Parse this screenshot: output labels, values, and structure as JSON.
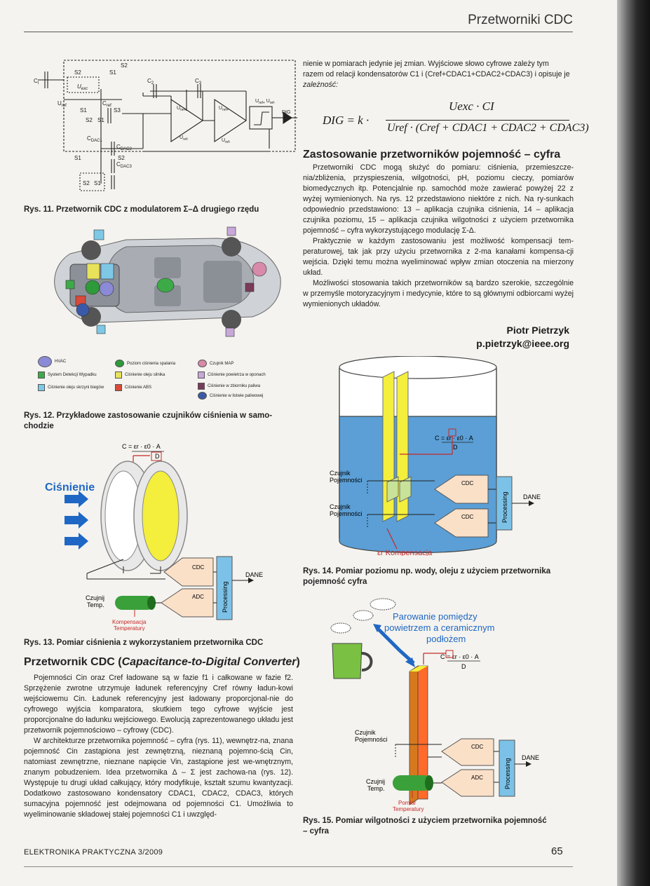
{
  "header": {
    "title": "Przetworniki CDC"
  },
  "fig11": {
    "caption": "Rys. 11. Przetwornik CDC z modulatorem Σ–Δ drugiego rzędu",
    "labels": {
      "c1": "C",
      "c1_sub": "I",
      "s2a": "S2",
      "s2b": "S2",
      "s1a": "S1",
      "uexc": "U",
      "uexc_sub": "exc",
      "uref": "U",
      "uref_sub": "ref",
      "s1b": "S1",
      "cref": "C",
      "cref_sub": "ref",
      "s3": "S3",
      "s2c": "S2",
      "s1c": "S1",
      "cdac1": "C",
      "cdac1_sub": "DAC1",
      "cdac2": "C",
      "cdac2_sub": "DAC2",
      "cdac3": "C",
      "cdac3_sub": "DAC3",
      "s1d": "S1",
      "s2d": "S2",
      "s2e": "S2",
      "s1e": "S1",
      "c2": "C",
      "c2_sub": "2",
      "c3": "C",
      "c3_sub": "3",
      "urefplus1": "U",
      "urefplus1_sub": "ref+",
      "urefminus1": "U",
      "urefminus1_sub": "ref-",
      "urefplus2": "U",
      "urefplus2_sub": "ref+",
      "urefminus2": "U",
      "urefminus2_sub": "ref-",
      "urefpuref": "U",
      "urefpuref_sub": "ref+",
      "urefpuref_sep": " U",
      "urefpuref_sub2": "ref-",
      "dig": "DIG"
    }
  },
  "fig12": {
    "caption_line1": "Rys. 12. Przykładowe zastosowanie czujników ciśnienia w samo-",
    "caption_line2": "chodzie",
    "legend": [
      {
        "label": "HVAC",
        "color": "#8a8ad6",
        "shape": "dot"
      },
      {
        "label": "Poziom ciśnienia spalania",
        "color": "#2e9a3a",
        "shape": "dot"
      },
      {
        "label": "Czujnik MAP",
        "color": "#d88aa8",
        "shape": "dot"
      },
      {
        "label": "System Detekcji Wypadku",
        "color": "#3daa48",
        "shape": "sq"
      },
      {
        "label": "Ciśnienie oleju silnika",
        "color": "#e8e25a",
        "shape": "sq"
      },
      {
        "label": "Ciśnienie powietrza w oponach",
        "color": "#c7a8d8",
        "shape": "sq"
      },
      {
        "label": "Ciśnienie oleju skrzyni biegów",
        "color": "#7ec8e6",
        "shape": "sq"
      },
      {
        "label": "Ciśnienie ABS",
        "color": "#d84a3a",
        "shape": "sq"
      },
      {
        "label": "Ciśnienie w zbiorniku paliwa",
        "color": "#7a3a5a",
        "shape": "sq"
      },
      {
        "label": "Ciśnienie w listwie paliwowej",
        "color": "#3a5aa8",
        "shape": "dot"
      }
    ]
  },
  "fig13": {
    "caption": "Rys. 13. Pomiar ciśnienia z wykorzystaniem przetwornika CDC",
    "formula": "C = εr · ε0 · A",
    "formula_den": "D",
    "cisnienie": "Ciśnienie",
    "cdc": "CDC",
    "adc": "ADC",
    "processing": "Processing",
    "dane": "DANE",
    "czujnik_line1": "Czujnij",
    "czujnik_line2": "Temp.",
    "komp_line1": "Kompensacja",
    "komp_line2": "Temperatury"
  },
  "fig14": {
    "caption_line1": "Rys. 14. Pomiar poziomu np. wody, oleju z użyciem przetwornika",
    "caption_line2": "pojemność cyfra",
    "formula": "C = εr · ε0 · A",
    "formula_den": "D",
    "czujnik1_line1": "Czujnik",
    "czujnik1_line2": "Pojemności",
    "czujnik2_line1": "Czujnik",
    "czujnik2_line2": "Pojemności",
    "cdc1": "CDC",
    "cdc2": "CDC",
    "processing": "Processing",
    "dane": "DANE",
    "kompensacja": "εr Kompensacja"
  },
  "fig15": {
    "caption_line1": "Rys. 15. Pomiar wilgotności z użyciem przetwornika pojemność",
    "caption_line2": "– cyfra",
    "title_line1": "Parowanie pomiędzy",
    "title_line2": "powietrzem a ceramicznym",
    "title_line3": "podłożem",
    "formula": "C = εr · ε0 · A",
    "formula_den": "D",
    "czujnik_line1": "Czujnik",
    "czujnik_line2": "Pojemności",
    "cdc": "CDC",
    "adc": "ADC",
    "processing": "Processing",
    "dane": "DANE",
    "temp_line1": "Czujnij",
    "temp_line2": "Temp.",
    "pomiar_line1": "Pomiar",
    "pomiar_line2": "Temperatury"
  },
  "right_top_text": {
    "line1": "nienie w pomiarach jedynie jej zmian. Wyjściowe słowo cyfrowe zależy tym",
    "line2": "razem od relacji kondensatorów C1 i (Cref+CDAC1+CDAC2+CDAC3) i opisuje je",
    "line3": "zależność:"
  },
  "formula_main": {
    "lhs": "DIG = k ·",
    "num": "Uexc · CI",
    "den": "Uref · (Cref + CDAC1 + CDAC2 + CDAC3)"
  },
  "section_apps": {
    "heading": "Zastosowanie przetworników pojemność – cyfra",
    "p1": "Przetworniki CDC mogą służyć do pomiaru: ciśnienia, przemieszcze-nia/zbliżenia, przyspieszenia, wilgotności, pH, poziomu cieczy, pomiarów biomedycznych itp. Potencjalnie np. samochód może zawierać powyżej 22 z wyżej wymienionych. Na rys. 12 przedstawiono niektóre z nich. Na ry-sunkach odpowiednio przedstawiono: 13 – aplikacja czujnika ciśnienia, 14 – aplikacja czujnika poziomu, 15 – aplikacja czujnika wilgotności z użyciem przetwornika pojemność – cyfra wykorzystującego modulację Σ-Δ.",
    "p2": "Praktycznie w każdym zastosowaniu jest możliwość kompensacji tem-peraturowej, tak jak przy użyciu przetwornika z 2-ma kanałami kompensa-cji wejścia. Dzięki temu można wyeliminować wpływ zmian otoczenia na mierzony układ.",
    "p3": "Możliwości stosowania takich przetworników są bardzo szerokie, szczególnie w przemyśle motoryzacyjnym i medycynie, które to są głównymi odbiorcami wyżej wymienionych układów."
  },
  "author": {
    "name": "Piotr Pietrzyk",
    "email": "p.pietrzyk@ieee.org"
  },
  "section_cdc": {
    "heading_pre": "Przetwornik CDC (",
    "heading_it": "Capacitance-to-Digital Converter",
    "heading_post": ")",
    "p1": "Pojemności Cin oraz Cref ładowane są w fazie f1 i całkowane w fazie f2. Sprzężenie zwrotne utrzymuje ładunek referencyjny Cref równy ładun-kowi wejściowemu Cin. Ładunek referencyjny jest ładowany proporcjonal-nie do cyfrowego wyjścia komparatora, skutkiem tego cyfrowe wyjście jest proporcjonalne do ładunku wejściowego. Ewolucją zaprezentowanego układu jest przetwornik pojemnościowo – cyfrowy (CDC).",
    "p2": "W architekturze przetwornika pojemność – cyfra (rys. 11), wewnętrz-na, znana pojemność Cin zastąpiona jest zewnętrzną, nieznaną pojemno-ścią Cin, natomiast zewnętrzne, nieznane napięcie Vin, zastąpione jest we-wnętrznym, znanym pobudzeniem. Idea przetwornika Δ – Σ jest zachowa-na (rys. 12). Występuje tu drugi układ całkujący, który modyfikuje, kształt szumu kwantyzacji. Dodatkowo zastosowano kondensatory CDAC1, CDAC2, CDAC3, których sumacyjna pojemność jest odejmowana od pojemności C1. Umożliwia to wyeliminowanie składowej stałej pojemności C1 i uwzględ-"
  },
  "footer": {
    "left": "ELEKTRONIKA PRAKTYCZNA 3/2009",
    "page": "65"
  }
}
